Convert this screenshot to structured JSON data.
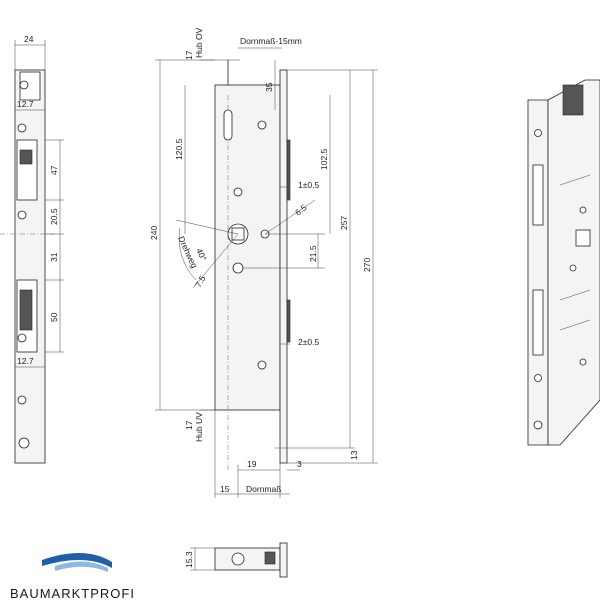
{
  "dimensions": {
    "d24": "24",
    "d12_7_top": "12.7",
    "d47": "47",
    "d20_5": "20.5",
    "d31": "31",
    "d50": "50",
    "d12_7_bottom": "12.7",
    "hub_ov_17": "17",
    "hub_ov": "Hub OV",
    "dornmass_15": "Dornmaß-15mm",
    "d35": "35",
    "d120_5": "120.5",
    "d240": "240",
    "drehweg": "Drehweg",
    "d40_deg": "40°",
    "d7_5": "7.5",
    "d1_0_5": "1±0.5",
    "d6_5": "6.5",
    "d102_5": "102.5",
    "d21_5": "21.5",
    "d257": "257",
    "d270": "270",
    "d2_0_5": "2±0.5",
    "hub_uv_17": "17",
    "hub_uv": "Hub UV",
    "d19": "19",
    "d3": "3",
    "d13": "13",
    "d15": "15",
    "dornmass": "Dornmaß",
    "d15_3": "15.3"
  },
  "brand": {
    "name": "BAUMARKTPROFI",
    "color_primary": "#1f5fa8",
    "color_secondary": "#8fb8e0"
  }
}
